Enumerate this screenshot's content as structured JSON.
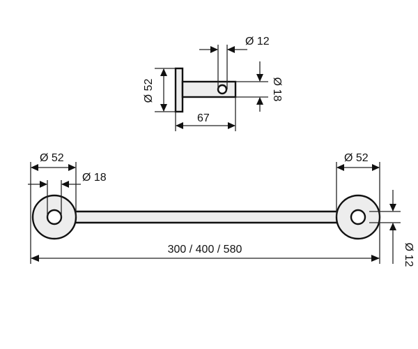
{
  "labels": {
    "top_diameter_12": "Ø 12",
    "top_diameter_52": "Ø 52",
    "top_diameter_18": "Ø 18",
    "top_length_67": "67",
    "left_diameter_52": "Ø 52",
    "left_diameter_18": "Ø 18",
    "right_diameter_52": "Ø 52",
    "right_diameter_12": "Ø 12",
    "overall_length": "300 / 400 / 580"
  }
}
